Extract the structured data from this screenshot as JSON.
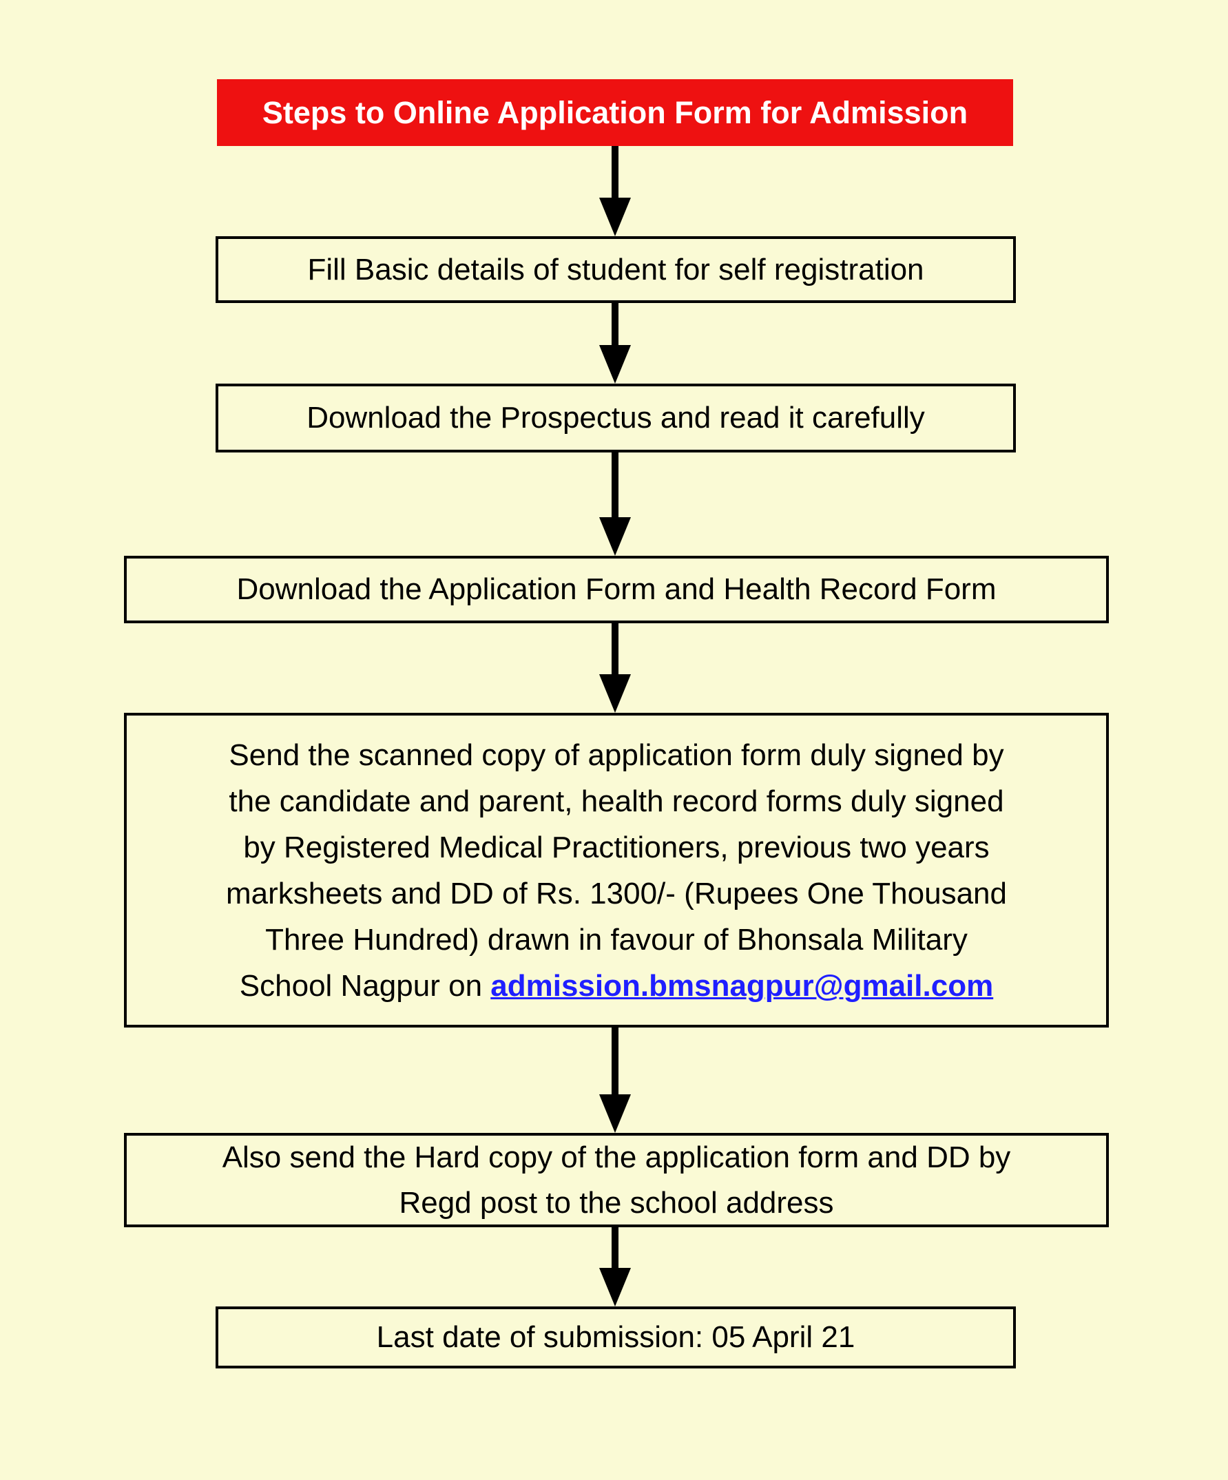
{
  "background": "#FAFAD5",
  "title": {
    "label": "Steps to Online Application Form for Admission",
    "bg_color": "#EE1111",
    "text_color": "#FFFFFF"
  },
  "flow": {
    "step1": "Fill Basic details of student for self registration",
    "step2": "Download the Prospectus and read it carefully",
    "step3": "Download the Application Form and Health Record Form",
    "step4_lines": [
      "Send the scanned copy of application form duly signed by",
      "the candidate and parent, health record forms duly signed",
      "by Registered Medical Practitioners, previous two years",
      "marksheets and DD of Rs. 1300/- (Rupees One Thousand",
      "Three Hundred) drawn in favour of Bhonsala Military"
    ],
    "step4_last_prefix": "School Nagpur on ",
    "step4_email": "admission.bmsnagpur@gmail.com",
    "email_color": "#1F1FFF",
    "step5_lines": [
      "Also send the Hard copy of the application form and DD by",
      "Regd post to the school address"
    ],
    "step6": "Last date of submission: 05 April 21"
  }
}
